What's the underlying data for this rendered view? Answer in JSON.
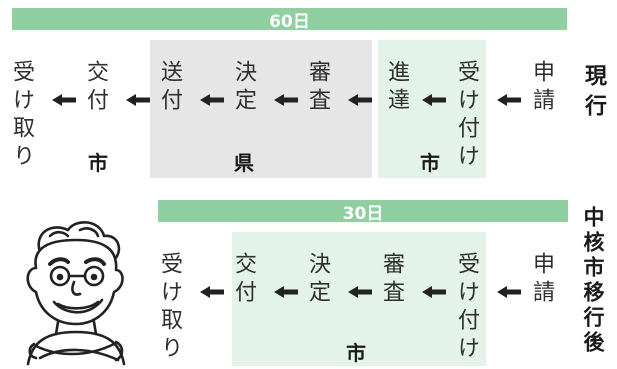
{
  "current": {
    "label": "現行",
    "period": "60日",
    "steps": [
      "申請",
      "受け付け",
      "進達",
      "審査",
      "決定",
      "送付",
      "交付",
      "受け取り"
    ],
    "groups": {
      "shi_1": "市",
      "ken": "県",
      "shi_2": "市"
    }
  },
  "after": {
    "label": "中核市移行後",
    "period": "30日",
    "steps": [
      "申請",
      "受け付け",
      "審査",
      "決定",
      "交付",
      "受け取り"
    ],
    "groups": {
      "shi": "市"
    }
  },
  "colors": {
    "period_bar": "#8fcfa0",
    "city_shade": "#e4f3ea",
    "prefecture_shade": "#e6e6e6",
    "text": "#2e2e2e"
  }
}
